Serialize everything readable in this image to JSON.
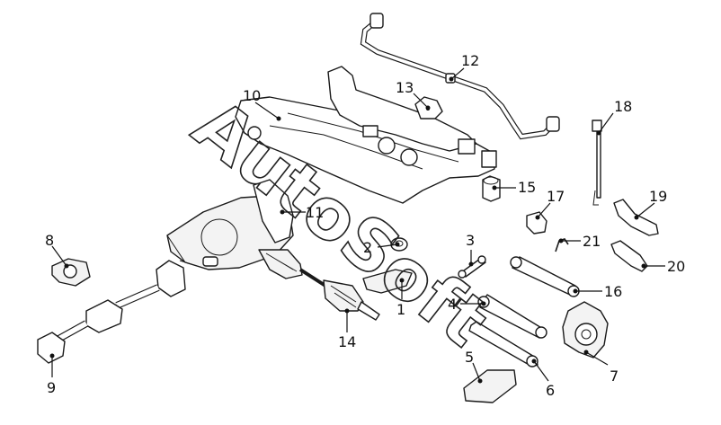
{
  "watermark": "AutoSoft",
  "callouts": [
    {
      "id": "c1",
      "label": "1"
    },
    {
      "id": "c2",
      "label": "2"
    },
    {
      "id": "c3",
      "label": "3"
    },
    {
      "id": "c4",
      "label": "4"
    },
    {
      "id": "c5",
      "label": "5"
    },
    {
      "id": "c6",
      "label": "6"
    },
    {
      "id": "c7",
      "label": "7"
    },
    {
      "id": "c8",
      "label": "8"
    },
    {
      "id": "c9",
      "label": "9"
    },
    {
      "id": "c10",
      "label": "10"
    },
    {
      "id": "c11",
      "label": "11"
    },
    {
      "id": "c12",
      "label": "12"
    },
    {
      "id": "c13",
      "label": "13"
    },
    {
      "id": "c14",
      "label": "14"
    },
    {
      "id": "c15",
      "label": "15"
    },
    {
      "id": "c16",
      "label": "16"
    },
    {
      "id": "c17",
      "label": "17"
    },
    {
      "id": "c18",
      "label": "18"
    },
    {
      "id": "c19",
      "label": "19"
    },
    {
      "id": "c20",
      "label": "20"
    },
    {
      "id": "c21",
      "label": "21"
    }
  ]
}
